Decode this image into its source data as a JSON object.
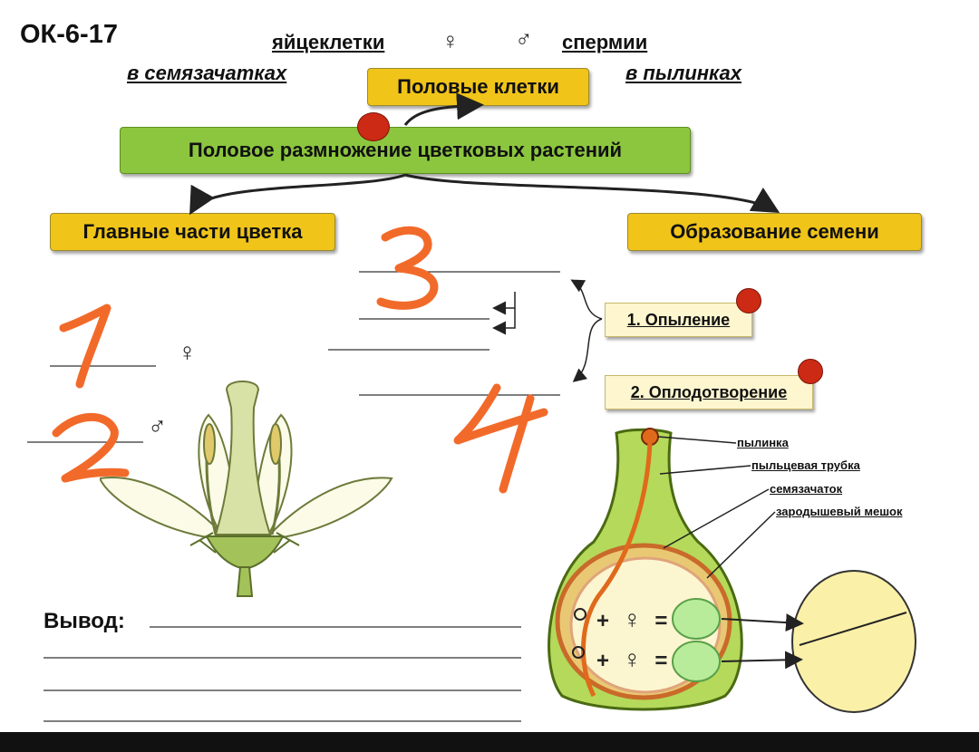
{
  "code": "ОК-6-17",
  "header": {
    "egg_cells": "яйцеклетки",
    "female_symbol": "♀",
    "male_symbol": "♂",
    "sperm": "спермии",
    "in_ovules": "в семязачатках",
    "in_pollen": "в пылинках"
  },
  "boxes": {
    "sex_cells": "Половые клетки",
    "main": "Половое размножение цветковых растений",
    "flower_parts": "Главные части цветка",
    "seed_formation": "Образование семени",
    "pollination": "1. Опыление",
    "fertilization": "2. Оплодотворение"
  },
  "handwritten": [
    "1",
    "2",
    "3",
    "4"
  ],
  "flower_symbols": {
    "female": "♀",
    "male": "♂"
  },
  "pistil_labels": {
    "pollen_grain": "пылинка",
    "pollen_tube": "пыльцевая трубка",
    "ovule": "семязачаток",
    "embryo_sac": "зародышевый мешок"
  },
  "equations": {
    "row1": {
      "plus": "+",
      "female": "♀",
      "equals": "="
    },
    "row2": {
      "plus": "+",
      "female": "♀",
      "equals": "="
    }
  },
  "conclusion_label": "Вывод:",
  "colors": {
    "yellow_box": "#f0c419",
    "green_box": "#8cc63f",
    "pale_box": "#fdf6cf",
    "red_dot": "#cc2a14",
    "handwriting": "#f26a2a",
    "pistil_green": "#b5d95a",
    "pollen_tube": "#e06a1c"
  }
}
